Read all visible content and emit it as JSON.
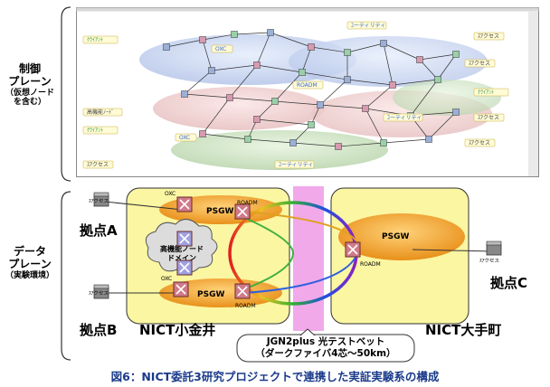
{
  "labels": {
    "control_plane": "制御\nプレーン",
    "control_plane_note": "（仮想ノード\nを含む）",
    "data_plane": "データ\nプレーン",
    "data_plane_note": "（実験環境）",
    "site_a": "拠点A",
    "site_b": "拠点B",
    "site_c": "拠点C",
    "nict_koganei": "NICT小金井",
    "nict_otemachi": "NICT大手町",
    "testbed_line1": "JGN2plus 光テストベット",
    "testbed_line2": "（ダークファイバ4芯～50km）",
    "caption": "図6：NICT委託3研究プロジェクトで連携した実証実験系の構成"
  },
  "data_plane": {
    "psgw": "PSGW",
    "roadm": "ROADM",
    "oxc": "OXC",
    "access": "ｽｱクセス",
    "hf_node_line1": "高機能ノード",
    "hf_node_line2": "ドメイン"
  },
  "control_plane_tags": {
    "client": "ｸﾗｲｱﾝﾄ",
    "oxc": "OXC",
    "utility": "ﾕーティリティ",
    "access": "ｽｱクセス",
    "roadm": "ROADM",
    "hf_node": "高機能ﾉｰﾄﾞ"
  },
  "colors": {
    "koganei_bg": "#fbf6a2",
    "otemachi_bg": "#fbf6a2",
    "psgw_fill": "#f0a020",
    "testbed_band": "#f0a0e8",
    "caption": "#1a3a8a"
  }
}
